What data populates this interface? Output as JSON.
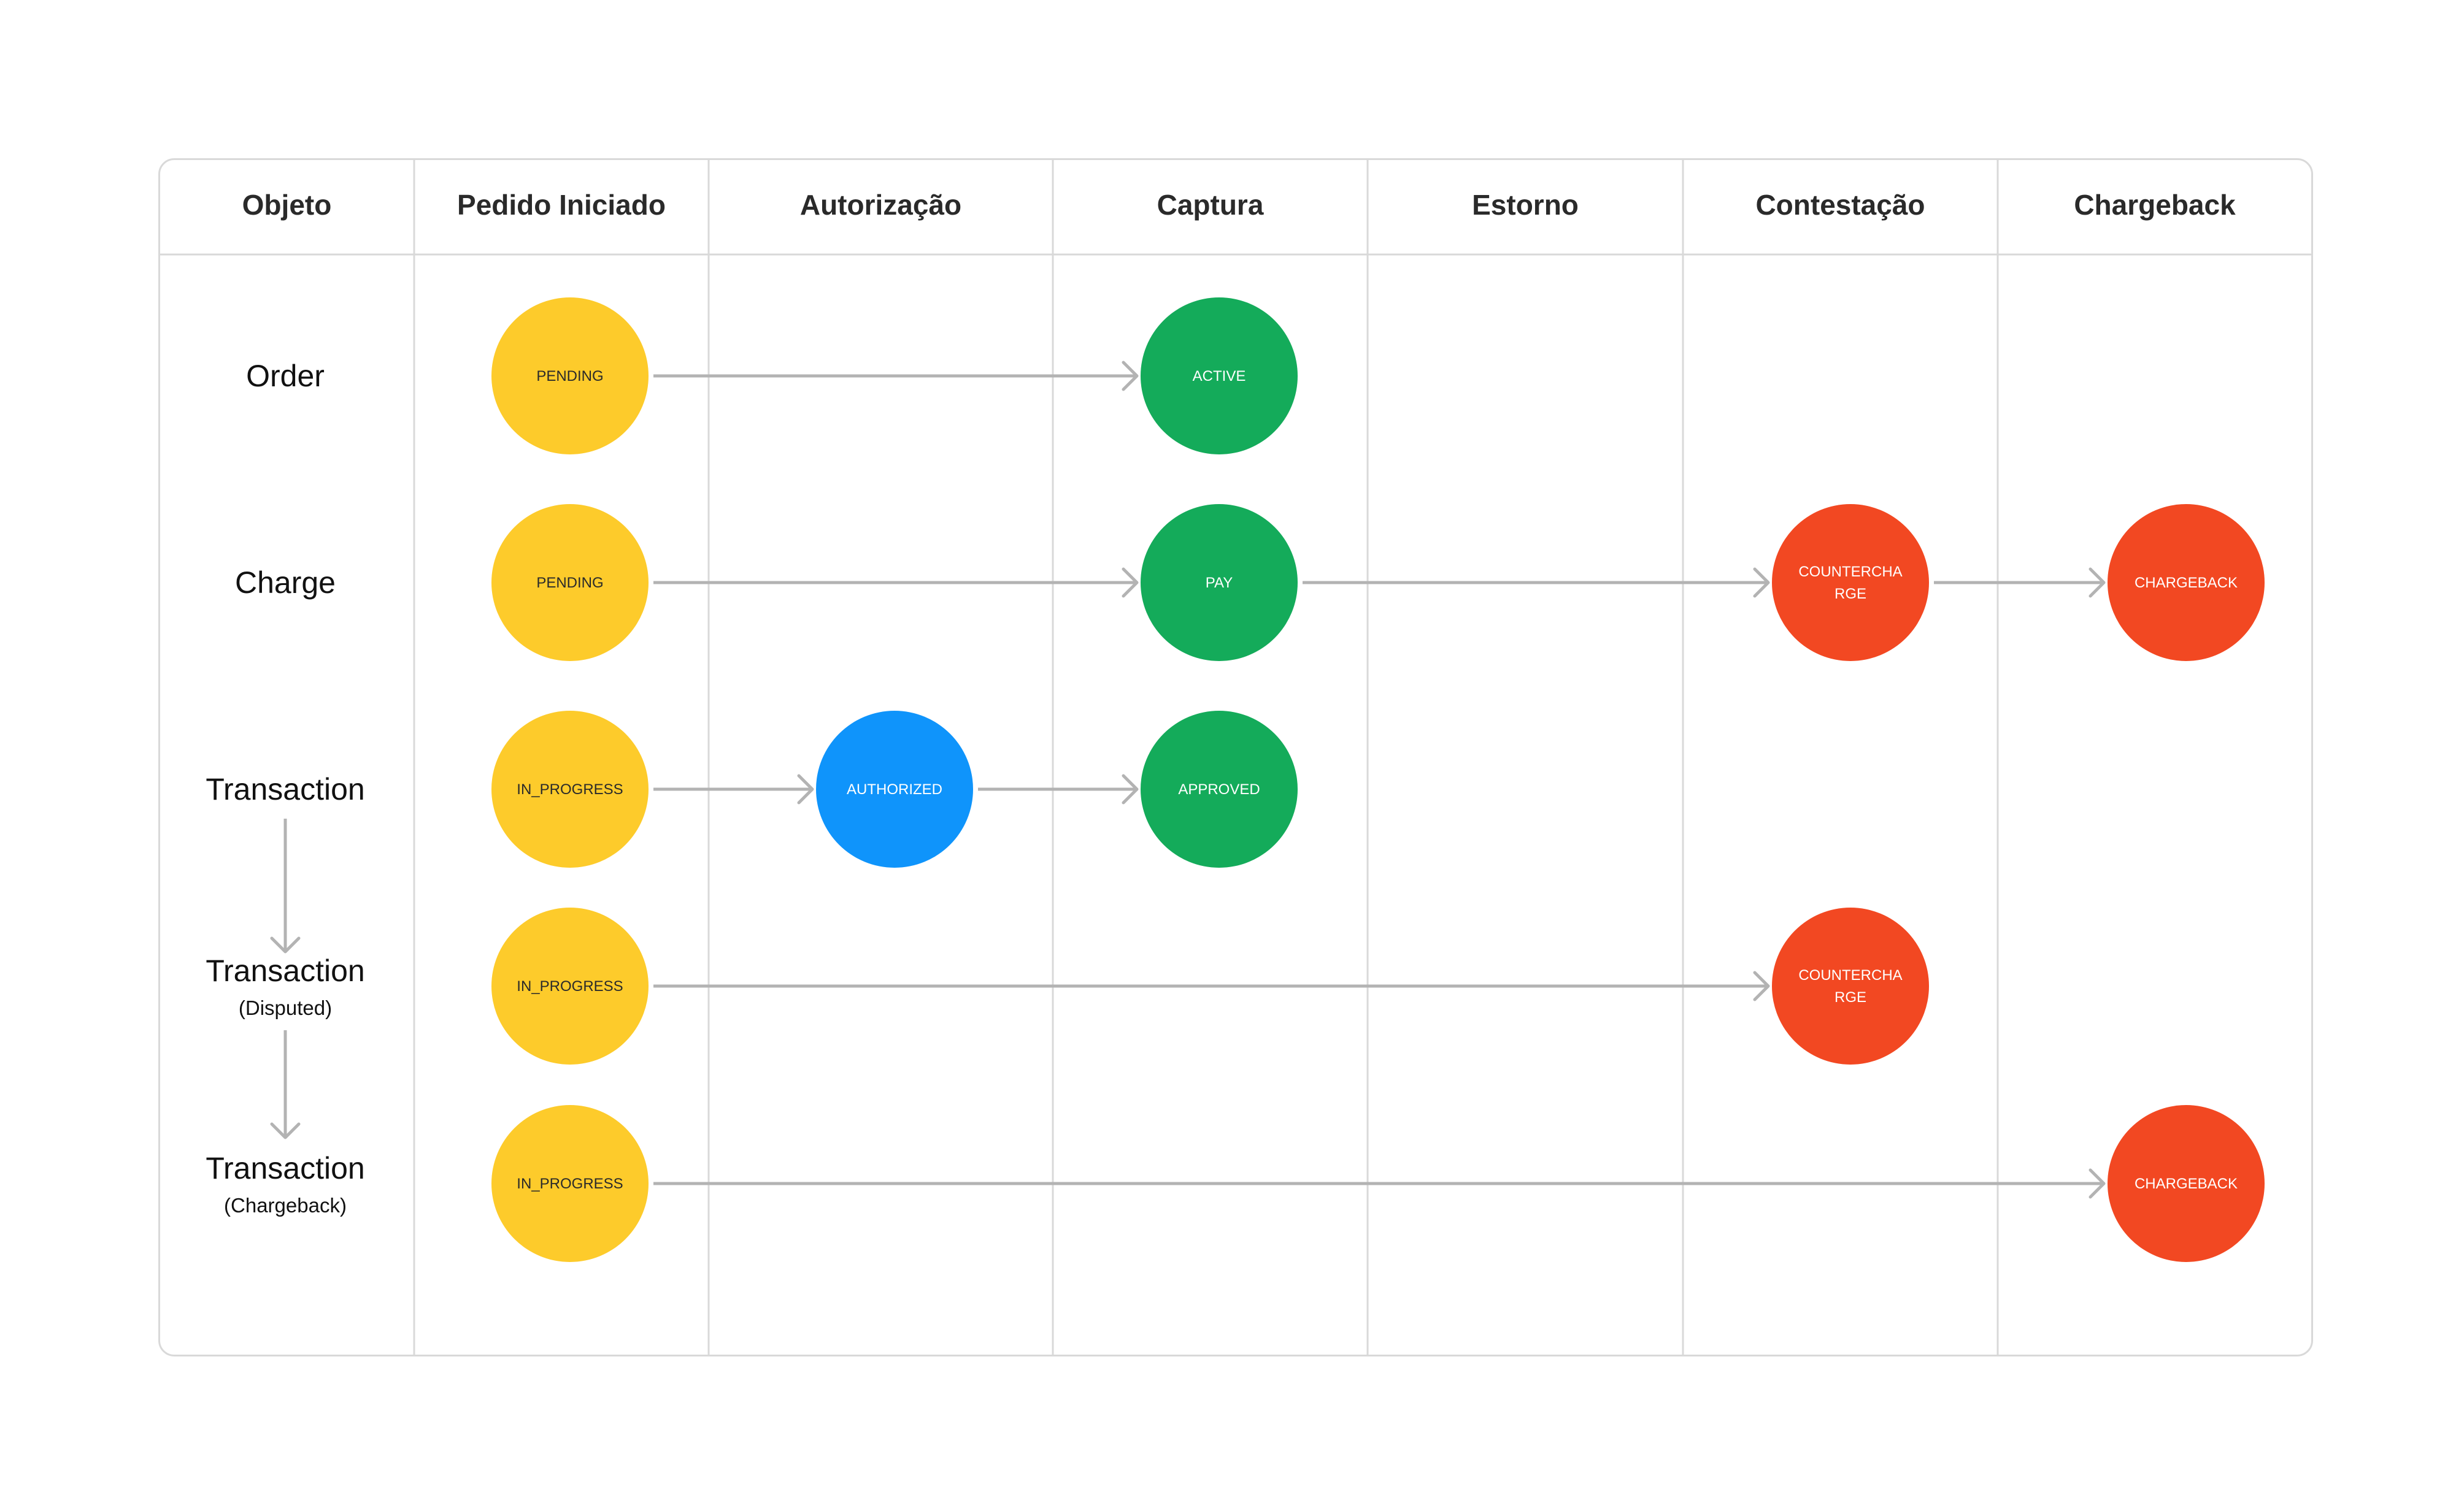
{
  "headers": [
    "Objeto",
    "Pedido Iniciado",
    "Autorização",
    "Captura",
    "Estorno",
    "Contestação",
    "Chargeback"
  ],
  "rows": [
    {
      "label": "Order",
      "sublabel": ""
    },
    {
      "label": "Charge",
      "sublabel": ""
    },
    {
      "label": "Transaction",
      "sublabel": ""
    },
    {
      "label": "Transaction",
      "sublabel": "(Disputed)"
    },
    {
      "label": "Transaction",
      "sublabel": "(Chargeback)"
    }
  ],
  "colors": {
    "pending": "#FDCB2B",
    "authorized": "#0F94FB",
    "success": "#14AB5A",
    "dispute": "#F24822",
    "arrow": "#b3b3b3",
    "grid": "#d9d9d9"
  },
  "nodes": [
    {
      "id": "n1",
      "row": 0,
      "col": 1,
      "lines": [
        "PENDING"
      ],
      "color": "pending",
      "text_color": "#2a2a2a"
    },
    {
      "id": "n2",
      "row": 0,
      "col": 3,
      "lines": [
        "ACTIVE"
      ],
      "color": "success",
      "text_color": "#ffffff"
    },
    {
      "id": "n3",
      "row": 1,
      "col": 1,
      "lines": [
        "PENDING"
      ],
      "color": "pending",
      "text_color": "#2a2a2a"
    },
    {
      "id": "n4",
      "row": 1,
      "col": 3,
      "lines": [
        "PAY"
      ],
      "color": "success",
      "text_color": "#ffffff"
    },
    {
      "id": "n5",
      "row": 1,
      "col": 5,
      "lines": [
        "COUNTERCHA",
        "RGE"
      ],
      "color": "dispute",
      "text_color": "#ffffff"
    },
    {
      "id": "n6",
      "row": 1,
      "col": 6,
      "lines": [
        "CHARGEBACK"
      ],
      "color": "dispute",
      "text_color": "#ffffff"
    },
    {
      "id": "n7",
      "row": 2,
      "col": 1,
      "lines": [
        "IN_PROGRESS"
      ],
      "color": "pending",
      "text_color": "#2a2a2a"
    },
    {
      "id": "n8",
      "row": 2,
      "col": 2,
      "lines": [
        "AUTHORIZED"
      ],
      "color": "authorized",
      "text_color": "#ffffff"
    },
    {
      "id": "n9",
      "row": 2,
      "col": 3,
      "lines": [
        "APPROVED"
      ],
      "color": "success",
      "text_color": "#ffffff"
    },
    {
      "id": "n10",
      "row": 3,
      "col": 1,
      "lines": [
        "IN_PROGRESS"
      ],
      "color": "pending",
      "text_color": "#2a2a2a"
    },
    {
      "id": "n11",
      "row": 3,
      "col": 5,
      "lines": [
        "COUNTERCHA",
        "RGE"
      ],
      "color": "dispute",
      "text_color": "#ffffff"
    },
    {
      "id": "n12",
      "row": 4,
      "col": 1,
      "lines": [
        "IN_PROGRESS"
      ],
      "color": "pending",
      "text_color": "#2a2a2a"
    },
    {
      "id": "n13",
      "row": 4,
      "col": 6,
      "lines": [
        "CHARGEBACK"
      ],
      "color": "dispute",
      "text_color": "#ffffff"
    }
  ],
  "edges": [
    {
      "from": "n1",
      "to": "n2"
    },
    {
      "from": "n3",
      "to": "n4"
    },
    {
      "from": "n4",
      "to": "n5"
    },
    {
      "from": "n5",
      "to": "n6"
    },
    {
      "from": "n7",
      "to": "n8"
    },
    {
      "from": "n8",
      "to": "n9"
    },
    {
      "from": "n10",
      "to": "n11"
    },
    {
      "from": "n12",
      "to": "n13"
    }
  ],
  "row_flow": [
    {
      "from_row": 2,
      "to_row": 3
    },
    {
      "from_row": 3,
      "to_row": 4
    }
  ]
}
